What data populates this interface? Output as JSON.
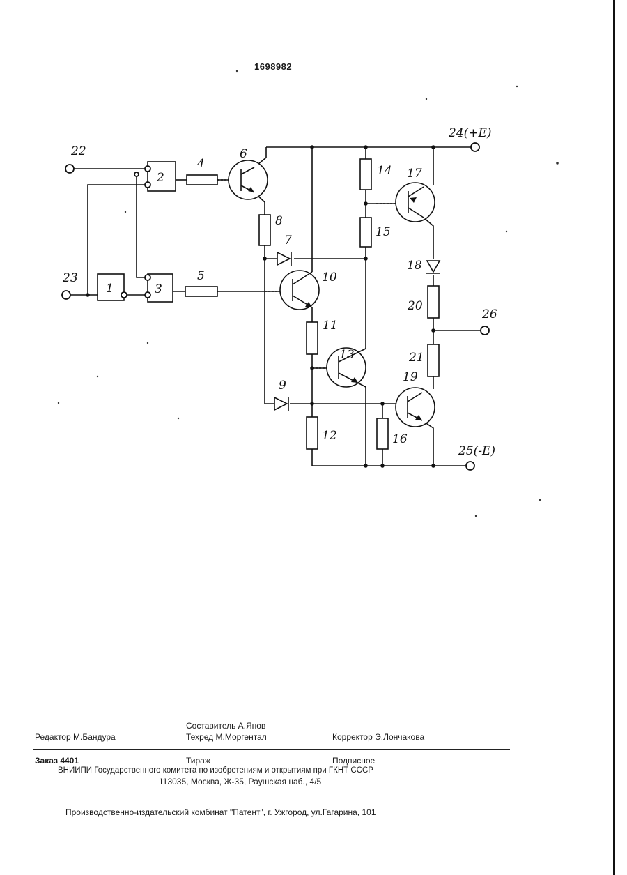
{
  "page_number": "1698982",
  "diagram": {
    "block_labels": [
      "1",
      "2",
      "3"
    ],
    "component_labels": [
      "4",
      "5",
      "6",
      "7",
      "8",
      "9",
      "10",
      "11",
      "12",
      "13",
      "14",
      "15",
      "16",
      "17",
      "18",
      "19",
      "20",
      "21"
    ],
    "terminal_labels": {
      "t22": "22",
      "t23": "23",
      "t24": "24(+E)",
      "t25": "25(-E)",
      "t26": "26"
    }
  },
  "imprint": {
    "compiler": "Составитель  А.Янов",
    "editor": "Редактор  М.Бандура",
    "techred": "Техред М.Моргентал",
    "corrector": "Корректор  Э.Лончакова",
    "order": "Заказ  4401",
    "circulation": "Тираж",
    "subscription": "Подписное",
    "institute": "ВНИИПИ Государственного комитета по изобретениям и открытиям при ГКНТ СССР",
    "address": "113035, Москва, Ж-35, Раушская наб., 4/5",
    "publisher": "Производственно-издательский комбинат \"Патент\", г. Ужгород, ул.Гагарина, 101"
  }
}
